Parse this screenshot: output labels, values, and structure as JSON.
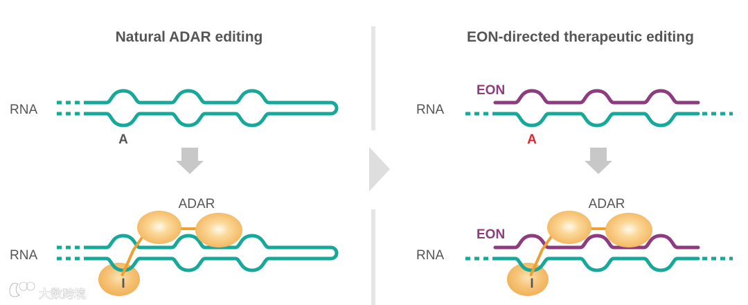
{
  "left_panel": {
    "title": "Natural ADAR editing",
    "top_rna_label": "RNA",
    "top_base": "A",
    "enzyme_label": "ADAR",
    "bottom_rna_label": "RNA",
    "bottom_base": "I"
  },
  "right_panel": {
    "title": "EON-directed therapeutic editing",
    "top_rna_label": "RNA",
    "top_eon_label": "EON",
    "top_base": "A",
    "enzyme_label": "ADAR",
    "bottom_eon_label": "EON",
    "bottom_rna_label": "RNA",
    "bottom_base": "I"
  },
  "watermark": {
    "text": "大数跨境"
  },
  "colors": {
    "rna_strand": "#16a89a",
    "eon_strand": "#8e3c80",
    "adenosine_highlight": "#e8232a",
    "label_text": "#555555",
    "enzyme_fill": "#f5b85c",
    "linker": "#f0a030",
    "arrow": "#c8c8c8",
    "divider": "#e6e6e6"
  }
}
